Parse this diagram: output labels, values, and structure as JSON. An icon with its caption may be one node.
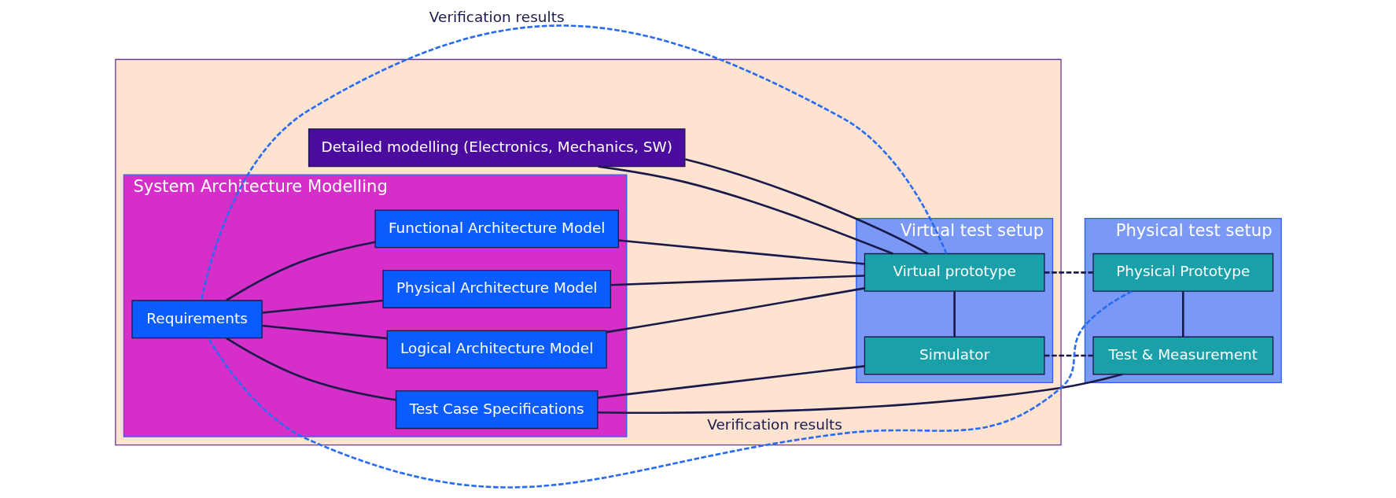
{
  "diagram": {
    "nodes": [
      {
        "text": [],
        "shape": "box"
      },
      {
        "text": [
          "Detailed modelling (Electronics, Mechanics, SW)"
        ],
        "in": 0
      },
      {
        "text": [
          "System Architecture Modelling"
        ],
        "in": 0
      },
      {
        "text": [
          "Requirements"
        ],
        "in": 2
      },
      {
        "text": [
          "Functional Architecture Model"
        ],
        "in": 2
      },
      {
        "text": [
          "Logical Architecture Model"
        ],
        "in": 2
      },
      {
        "text": [
          "Physical Architecture Model"
        ],
        "in": 2
      },
      {
        "text": [
          "Test Case Specifications"
        ],
        "in": 2
      },
      {
        "text": [
          "Virtual test setup"
        ],
        "in": 0
      },
      {
        "text": [
          "Virtual prototype"
        ],
        "in": 8
      },
      {
        "text": [
          "Simulator"
        ],
        "in": 8
      },
      {
        "text": [
          "Physical test setup"
        ]
      },
      {
        "text": [
          "Physical Prototype"
        ],
        "in": 11
      },
      {
        "text": [
          "Test & Measurement"
        ],
        "in": 11
      }
    ],
    "edges": [
      {
        "from": 3,
        "to": 4,
        "arrow": "none"
      },
      {
        "from": 3,
        "to": 5,
        "arrow": "none"
      },
      {
        "from": 3,
        "to": 6,
        "arrow": "none"
      },
      {
        "from": 3,
        "to": 7,
        "arrow": "none"
      },
      {
        "from": 4,
        "to": 9,
        "arrow": "none"
      },
      {
        "from": 5,
        "to": 9,
        "arrow": "none"
      },
      {
        "from": 6,
        "to": 9,
        "arrow": "none"
      },
      {
        "from": 1,
        "to": 9,
        "arrow": "none"
      },
      {
        "from": 1,
        "to": 9,
        "arrow": "none"
      },
      {
        "from": 9,
        "to": 10,
        "arrow": "none"
      },
      {
        "from": 7,
        "to": 10,
        "arrow": "none"
      },
      {
        "from": 7,
        "to": 13,
        "arrow": "none"
      },
      {
        "from": 9,
        "to": 12,
        "arrow": "none",
        "style": "dashed"
      },
      {
        "from": 10,
        "to": 13,
        "arrow": "none",
        "style": "dashed"
      },
      {
        "from": 12,
        "to": 13,
        "arrow": "none"
      },
      {
        "from": 9,
        "to": 3,
        "arrow": "none",
        "label": "Verification results",
        "style": "dashed",
        "color": "#2a6cf0"
      },
      {
        "from": 12,
        "to": 3,
        "arrow": "none",
        "label": "Verification results",
        "style": "dashed",
        "color": "#2a6cf0"
      }
    ]
  }
}
